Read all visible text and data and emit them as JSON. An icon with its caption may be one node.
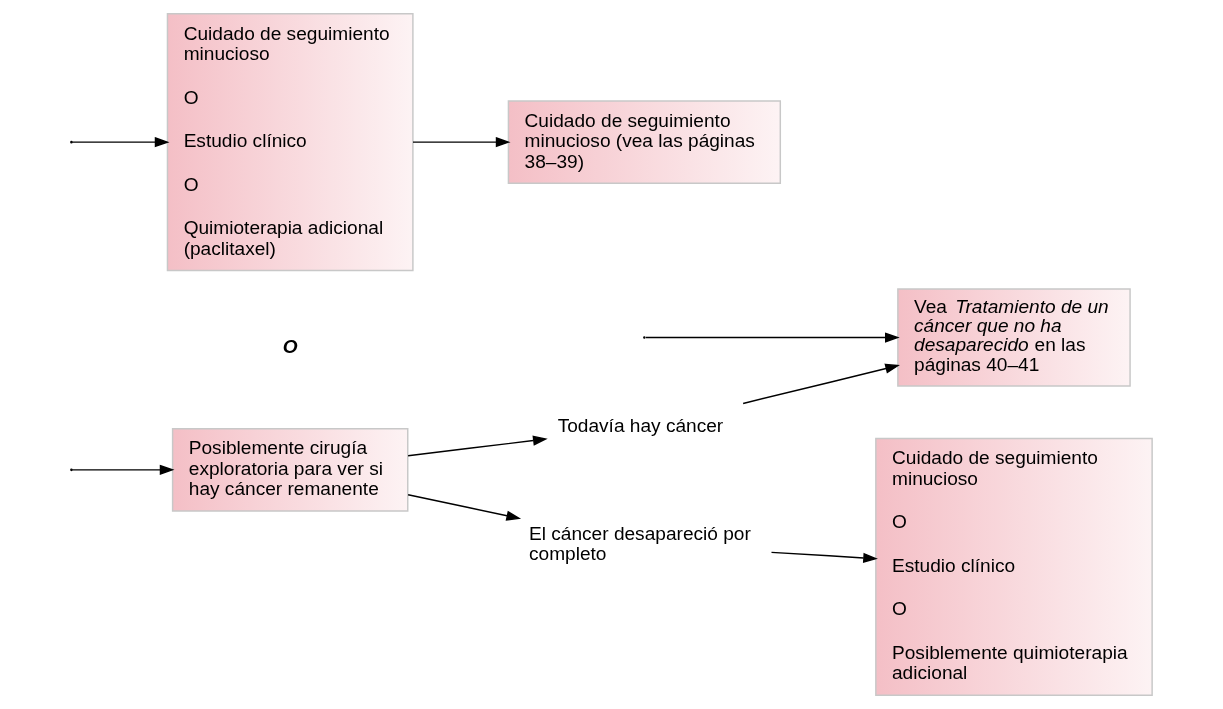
{
  "diagram": {
    "nodes": [
      {
        "text": [
          "Cuidado de seguimiento minucioso",
          "O",
          "Estudio clínico",
          "O",
          "Quimioterapia adicional (paclitaxel)"
        ]
      },
      {
        "text": [
          "Cuidado de seguimiento minucioso (vea las páginas 38–39)"
        ]
      },
      {
        "text": [
          "Posiblemente cirugía exploratoria para ver si hay cáncer remanente"
        ]
      },
      {
        "text": [
          "El cáncer desapareció por completo"
        ]
      },
      {
        "text": [
          "Cuidado de seguimiento minucioso",
          "O",
          "Estudio clínico",
          "O",
          "Posiblemente quimioterapia adicional"
        ]
      },
      {
        "text": [
          "Todavía hay cáncer"
        ]
      },
      {
        "text": [
          "Vea *Tratamiento de un cáncer que no ha desaparecido* en las páginas 40–41"
        ]
      }
    ],
    "edges": [
      {
        "from": null,
        "to": 0,
        "arrow": "to"
      },
      {
        "from": null,
        "to": 2,
        "arrow": "to"
      },
      {
        "from": 0,
        "to": 1,
        "arrow": "to"
      },
      {
        "from": 2,
        "to": 3,
        "arrow": "to"
      },
      {
        "from": 2,
        "to": 5,
        "arrow": "to"
      },
      {
        "from": 3,
        "to": 4,
        "arrow": "to"
      },
      {
        "from": 5,
        "to": 6,
        "arrow": "to"
      },
      {
        "from": null,
        "to": 6,
        "arrow": "to"
      }
    ],
    "labels": [
      "O"
    ]
  }
}
